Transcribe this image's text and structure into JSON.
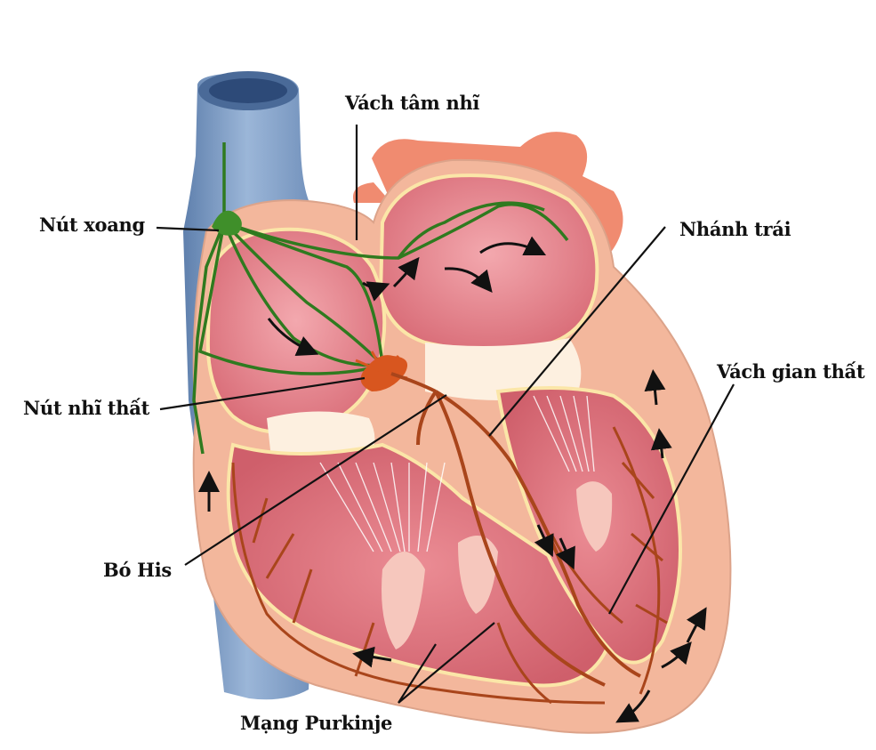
{
  "labels": {
    "atrial_septum": "Vách tâm nhĩ",
    "sinoatrial_node": "Nút xoang",
    "left_branch": "Nhánh trái",
    "interventricular_septum": "Vách gian thất",
    "atrioventricular_node": "Nút nhĩ thất",
    "bundle_of_his": "Bó His",
    "purkinje_network": "Mạng Purkinje"
  },
  "colors": {
    "vein": "#7e9cc4",
    "heart_outer": "#f3b79c",
    "chamber": "#e07f88",
    "conduction_green": "#2f7a1f",
    "conduction_orange": "#c8521a",
    "purkinje_fibers": "#a9451b"
  }
}
